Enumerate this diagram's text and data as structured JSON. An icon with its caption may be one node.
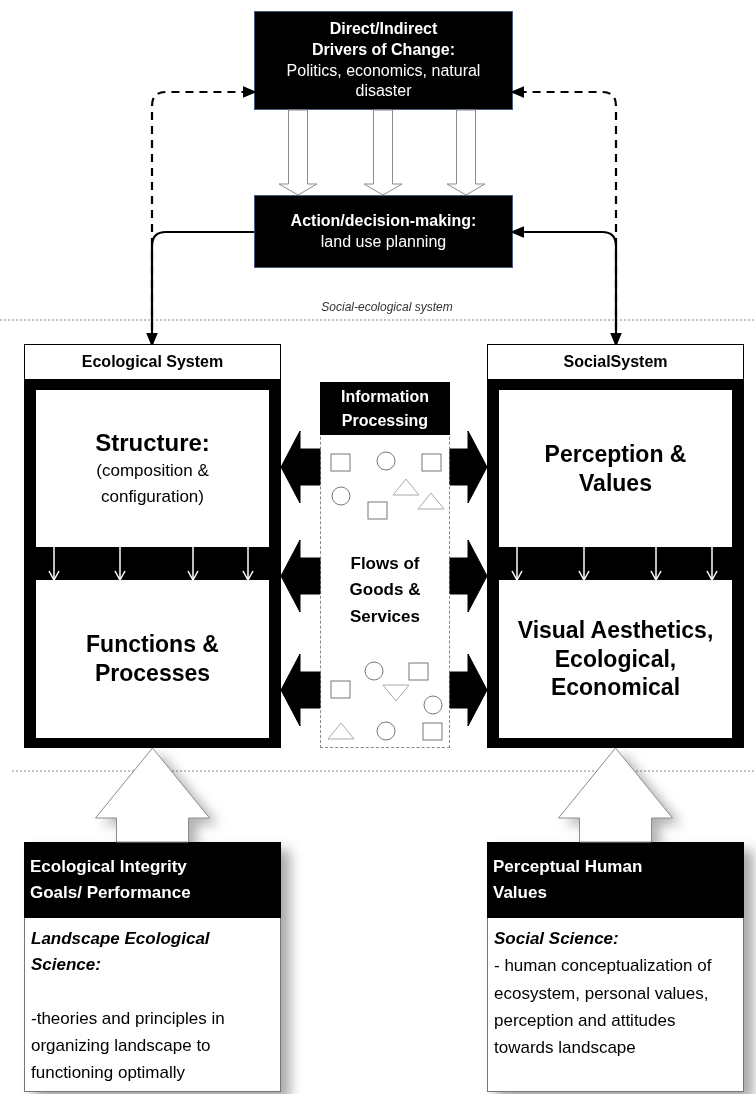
{
  "diagram": {
    "nodes": [
      {
        "text": [
          "Direct/Indirect Drivers of Change:",
          "Politics, economics, natural disaster"
        ]
      },
      {
        "text": [
          "Action/decision-making:",
          "land use planning"
        ]
      },
      {
        "text": [
          "Ecological System"
        ]
      },
      {
        "text": [
          "Structure:",
          "(composition & configuration)"
        ],
        "in": 2
      },
      {
        "text": [
          "Functions & Processes"
        ],
        "in": 2
      },
      {
        "text": [
          "Information Processing",
          "Flows of Goods & Services"
        ]
      },
      {
        "text": [
          "SocialSystem"
        ]
      },
      {
        "text": [
          "Perception & Values"
        ],
        "in": 6
      },
      {
        "text": [
          "Visual Aesthetics, Ecological, Economical"
        ],
        "in": 6
      },
      {
        "text": [
          "Ecological Integrity Goals/ Performance",
          "Landscape Ecological Science:",
          "-theories and principles in organizing landscape to functioning optimally"
        ]
      },
      {
        "text": [
          "Perceptual Human Values",
          "Social Science:",
          "- human conceptualization of ecosystem, personal values, perception and attitudes towards landscape"
        ]
      }
    ],
    "edges": [
      {
        "from": 0,
        "to": 1,
        "arrow": "to",
        "style": "thick",
        "color": "#8c8c8c"
      },
      {
        "from": 0,
        "to": 1,
        "arrow": "to",
        "style": "thick",
        "color": "#8c8c8c"
      },
      {
        "from": 0,
        "to": 1,
        "arrow": "to",
        "style": "thick",
        "color": "#8c8c8c"
      },
      {
        "from": 2,
        "to": 0,
        "arrow": "to",
        "style": "dashed",
        "color": "#000000"
      },
      {
        "from": 6,
        "to": 0,
        "arrow": "to",
        "style": "dashed",
        "color": "#000000"
      },
      {
        "from": 1,
        "to": 2,
        "arrow": "to",
        "color": "#000000"
      },
      {
        "from": 1,
        "to": 6,
        "arrow": "both",
        "color": "#000000"
      },
      {
        "from": 3,
        "to": 4,
        "arrow": "to",
        "color": "#ffffff"
      },
      {
        "from": 3,
        "to": 4,
        "arrow": "to",
        "color": "#ffffff"
      },
      {
        "from": 3,
        "to": 4,
        "arrow": "to",
        "color": "#ffffff"
      },
      {
        "from": 3,
        "to": 4,
        "arrow": "to",
        "color": "#ffffff"
      },
      {
        "from": 7,
        "to": 8,
        "arrow": "to",
        "color": "#ffffff"
      },
      {
        "from": 7,
        "to": 8,
        "arrow": "to",
        "color": "#ffffff"
      },
      {
        "from": 7,
        "to": 8,
        "arrow": "to",
        "color": "#ffffff"
      },
      {
        "from": 7,
        "to": 8,
        "arrow": "to",
        "color": "#ffffff"
      },
      {
        "from": 5,
        "to": 2,
        "arrow": "to",
        "style": "thick",
        "color": "#000000"
      },
      {
        "from": 5,
        "to": 2,
        "arrow": "to",
        "style": "thick",
        "color": "#000000"
      },
      {
        "from": 5,
        "to": 2,
        "arrow": "to",
        "style": "thick",
        "color": "#000000"
      },
      {
        "from": 5,
        "to": 6,
        "arrow": "to",
        "style": "thick",
        "color": "#000000"
      },
      {
        "from": 5,
        "to": 6,
        "arrow": "to",
        "style": "thick",
        "color": "#000000"
      },
      {
        "from": 5,
        "to": 6,
        "arrow": "to",
        "style": "thick",
        "color": "#000000"
      },
      {
        "from": 9,
        "to": 2,
        "arrow": "to",
        "style": "thick",
        "color": "#8c8c8c"
      },
      {
        "from": 10,
        "to": 6,
        "arrow": "to",
        "style": "thick",
        "color": "#8c8c8c"
      }
    ],
    "labels": [
      "Social-ecological system"
    ]
  }
}
